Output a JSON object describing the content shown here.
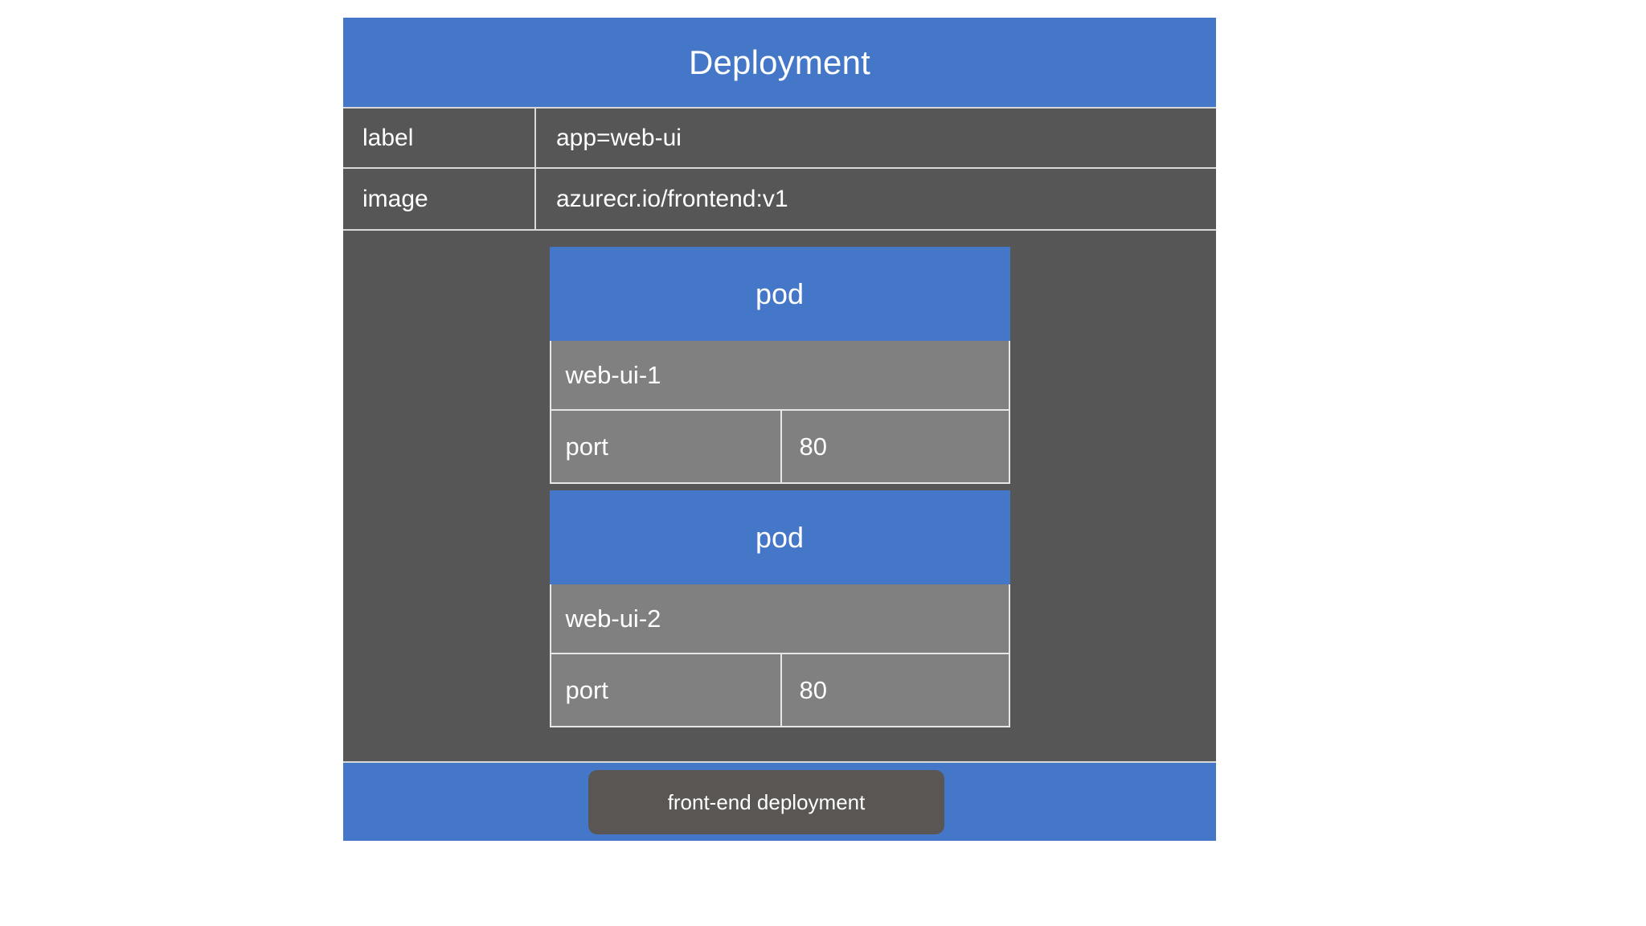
{
  "deployment": {
    "title": "Deployment",
    "properties": [
      {
        "key": "label",
        "value": "app=web-ui"
      },
      {
        "key": "image",
        "value": "azurecr.io/frontend:v1"
      }
    ],
    "pods": [
      {
        "header": "pod",
        "name": "web-ui-1",
        "port_key": "port",
        "port_value": "80"
      },
      {
        "header": "pod",
        "name": "web-ui-2",
        "port_key": "port",
        "port_value": "80"
      }
    ],
    "footer_label": "front-end deployment"
  },
  "colors": {
    "accent_blue": "#4577C8",
    "card_gray": "#565656",
    "pod_gray": "#808080",
    "chip_gray": "#5a5653",
    "border_light": "#e6e6e6",
    "text_white": "#ffffff",
    "page_background": "#ffffff"
  }
}
